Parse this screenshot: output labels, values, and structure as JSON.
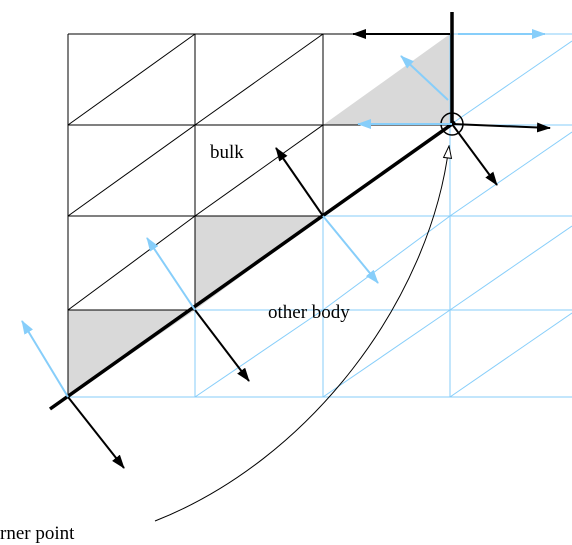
{
  "labels": {
    "bulk": "bulk",
    "other_body": "other body",
    "corner_point": "rner point"
  },
  "colors": {
    "bulk_mesh": "#000000",
    "other_mesh": "#87CEFA",
    "boundary_cells": "#D9D9D9",
    "interface": "#000000",
    "normal_arrows_bulk": "#000000",
    "normal_arrows_other": "#87CEFA"
  }
}
